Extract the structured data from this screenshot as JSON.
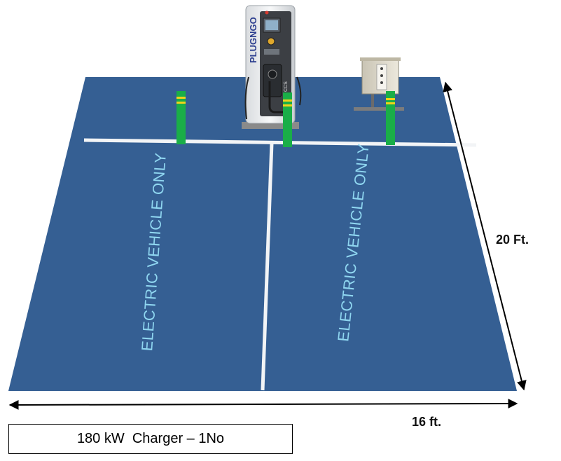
{
  "diagram": {
    "bay_labels": [
      "ELECTRIC VEHICLE ONLY",
      "ELECTRIC VEHICLE ONLY"
    ],
    "length_dimension": "20 Ft.",
    "width_dimension": "16 ft.",
    "charger_caption": "180 kW  Charger – 1No",
    "charger_brand": "PLUGNGO",
    "connector_label": "CCS",
    "colors": {
      "parking_surface": "#355f93",
      "bollard": "#1aae48",
      "bollard_band": "#f2d21b",
      "line_marking": "#f2f4f6",
      "bay_text": "#8fd6f0"
    }
  }
}
